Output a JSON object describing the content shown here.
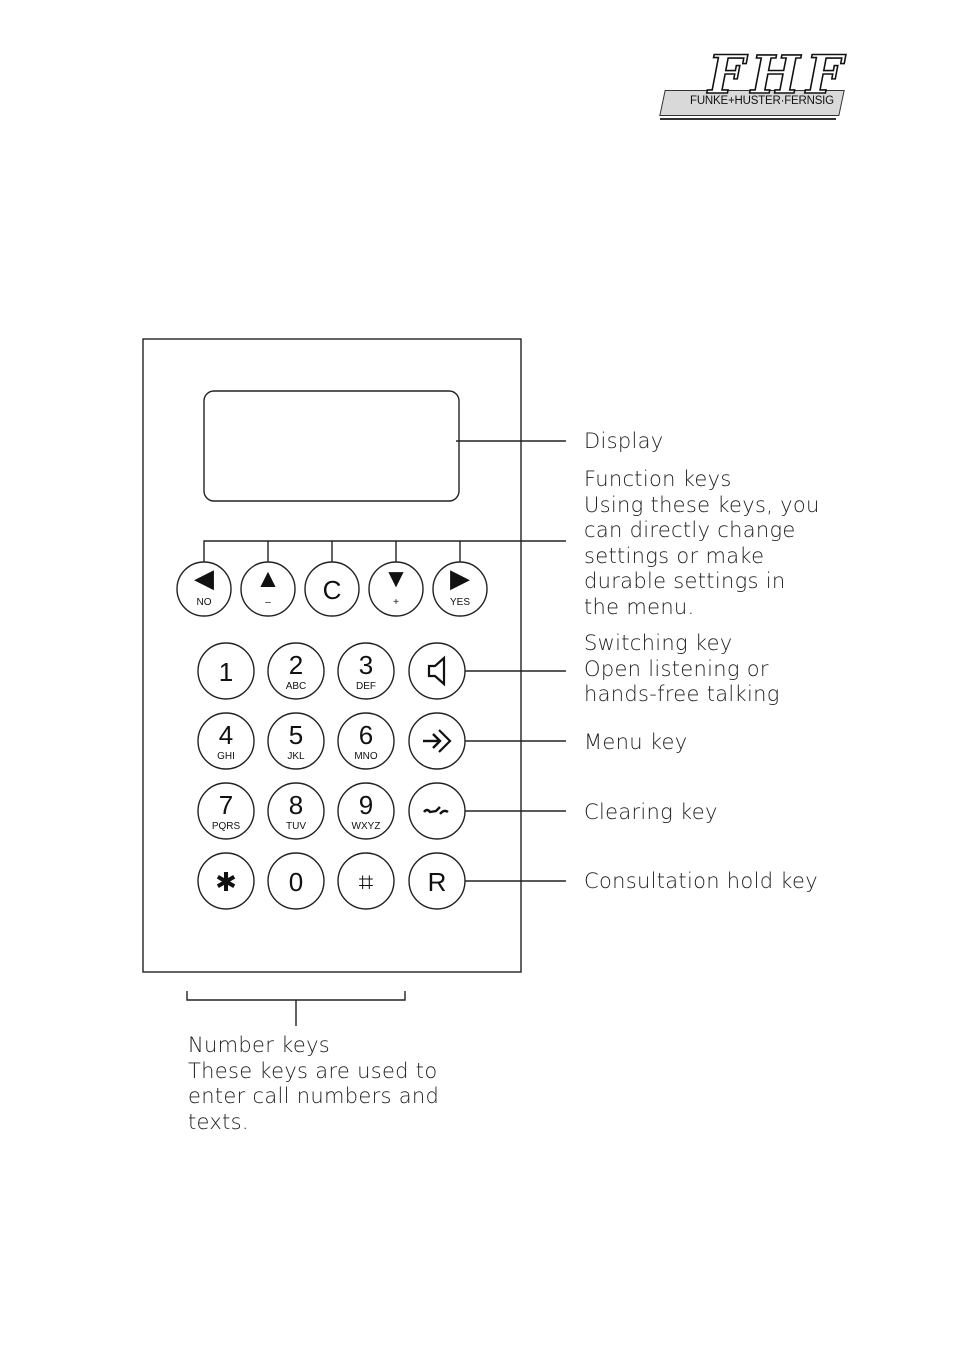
{
  "logo": {
    "letters": "FHF",
    "company": "FUNKE+HUSTER·FERNSIG"
  },
  "function_keys": [
    {
      "id": "no",
      "symbol": "◀",
      "sub": "NO"
    },
    {
      "id": "up",
      "symbol": "▲",
      "sub": "–"
    },
    {
      "id": "c",
      "symbol": "C",
      "sub": ""
    },
    {
      "id": "down",
      "symbol": "▼",
      "sub": "+"
    },
    {
      "id": "yes",
      "symbol": "▶",
      "sub": "YES"
    }
  ],
  "number_keys": [
    {
      "digit": "1",
      "letters": ""
    },
    {
      "digit": "2",
      "letters": "ABC"
    },
    {
      "digit": "3",
      "letters": "DEF"
    },
    {
      "digit": "4",
      "letters": "GHI"
    },
    {
      "digit": "5",
      "letters": "JKL"
    },
    {
      "digit": "6",
      "letters": "MNO"
    },
    {
      "digit": "7",
      "letters": "PQRS"
    },
    {
      "digit": "8",
      "letters": "TUV"
    },
    {
      "digit": "9",
      "letters": "WXYZ"
    },
    {
      "digit": "✱",
      "letters": ""
    },
    {
      "digit": "0",
      "letters": ""
    },
    {
      "digit": "⌗",
      "letters": ""
    }
  ],
  "right_keys": [
    {
      "id": "switching",
      "symbol": "speaker-icon"
    },
    {
      "id": "menu",
      "symbol": "menu-arrow-icon"
    },
    {
      "id": "clearing",
      "symbol": "hook-icon"
    },
    {
      "id": "consultation",
      "symbol": "R"
    }
  ],
  "callouts": {
    "display": [
      "Display"
    ],
    "function_keys": [
      "Function keys",
      "Using these keys, you",
      "can directly change",
      "settings or make",
      "durable settings in",
      "the menu."
    ],
    "switching_key": [
      "Switching key",
      "Open listening or",
      "hands-free talking"
    ],
    "menu_key": [
      "Menu key"
    ],
    "clearing_key": [
      "Clearing key"
    ],
    "consultation_key": [
      "Consultation hold key"
    ],
    "number_keys": [
      "Number keys",
      "These keys are used to",
      "enter call numbers and",
      "texts."
    ]
  }
}
